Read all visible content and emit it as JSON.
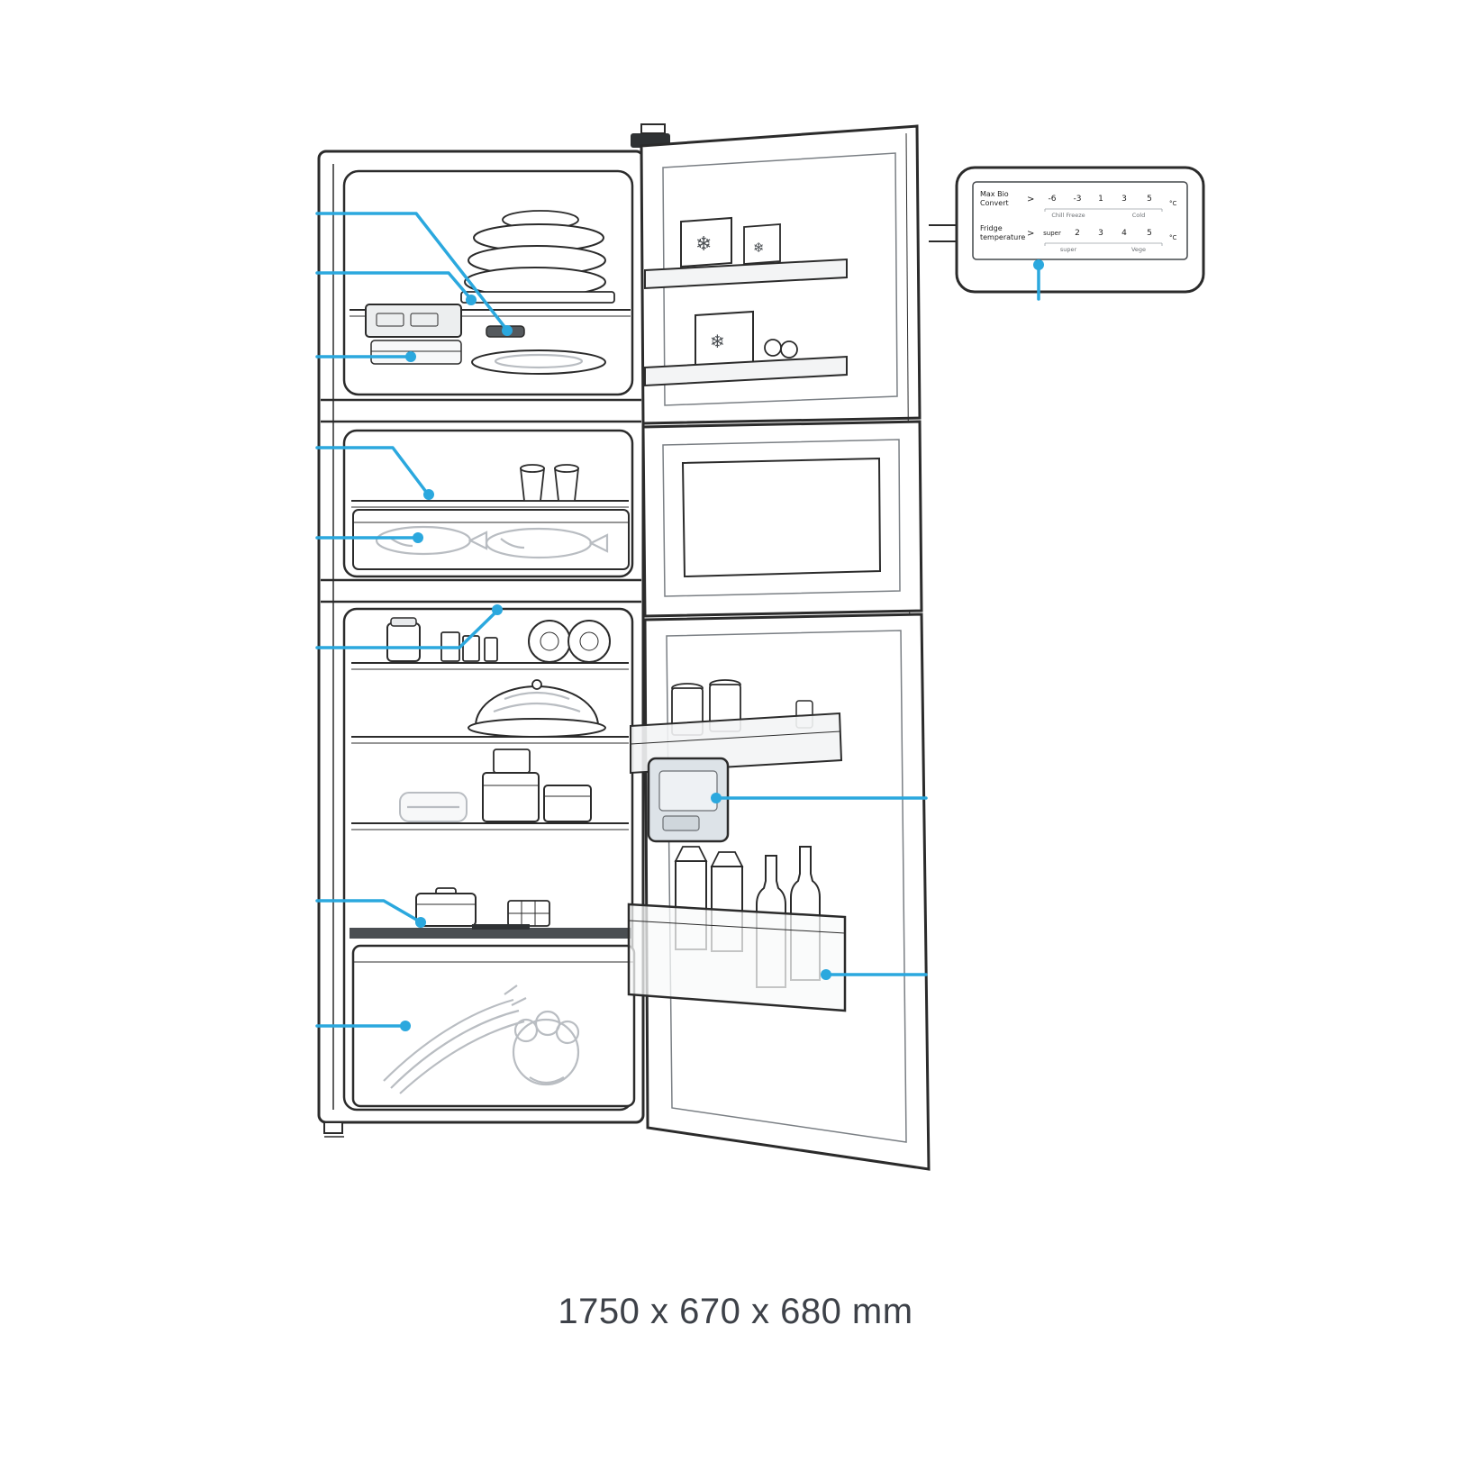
{
  "caption": "1750 x 670 x 680 mm",
  "colors": {
    "accent": "#2BA8DE",
    "ink": "#2b2b2b"
  },
  "icons": {
    "snowflake": "❄"
  },
  "control_panel": {
    "rows": [
      {
        "label_line1": "Max Bio",
        "label_line2": "Convert",
        "arrow": ">",
        "ticks": [
          "-6",
          "-3",
          "1",
          "3",
          "5"
        ],
        "unit": "°C",
        "sub_left": "Chill Freeze",
        "sub_right": "Cold"
      },
      {
        "label_line1": "Fridge",
        "label_line2": "temperature",
        "arrow": ">",
        "ticks": [
          "super",
          "2",
          "3",
          "4",
          "5"
        ],
        "unit": "°C",
        "sub_left": "super",
        "sub_right": "Vege"
      }
    ]
  }
}
